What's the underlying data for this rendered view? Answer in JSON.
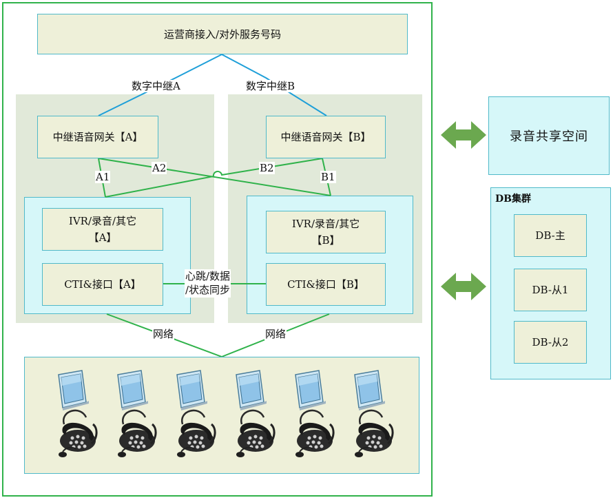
{
  "carrier": {
    "label": "运营商接入/对外服务号码"
  },
  "trunk": {
    "a_label": "数字中继A",
    "b_label": "数字中继B"
  },
  "gateway": {
    "a_label": "中继语音网关【A】",
    "b_label": "中继语音网关【B】"
  },
  "links": {
    "a1": "A1",
    "a2": "A2",
    "b1": "B1",
    "b2": "B2"
  },
  "server_a": {
    "ivr_label": "IVR/录音/其它\n【A】",
    "cti_label": "CTI&接口【A】"
  },
  "server_b": {
    "ivr_label": "IVR/录音/其它\n【B】",
    "cti_label": "CTI&接口【B】"
  },
  "heartbeat": {
    "label": "心跳/数据\n/状态同步"
  },
  "network": {
    "left_label": "网络",
    "right_label": "网络"
  },
  "recording": {
    "label": "录音共享空间"
  },
  "db_cluster": {
    "title": "DB集群",
    "nodes": [
      "DB-主",
      "DB-从1",
      "DB-从2"
    ]
  },
  "agents": {
    "count": 6,
    "icons": [
      "monitor-icon",
      "phone-icon",
      "headset-icon"
    ]
  },
  "colors": {
    "green": "#2fb24a",
    "blue": "#1e9fd8",
    "arrow": "#6ba84f",
    "region": "#e1e9d9",
    "tan": "#eef0d9",
    "cyan": "#d6f7f9"
  }
}
